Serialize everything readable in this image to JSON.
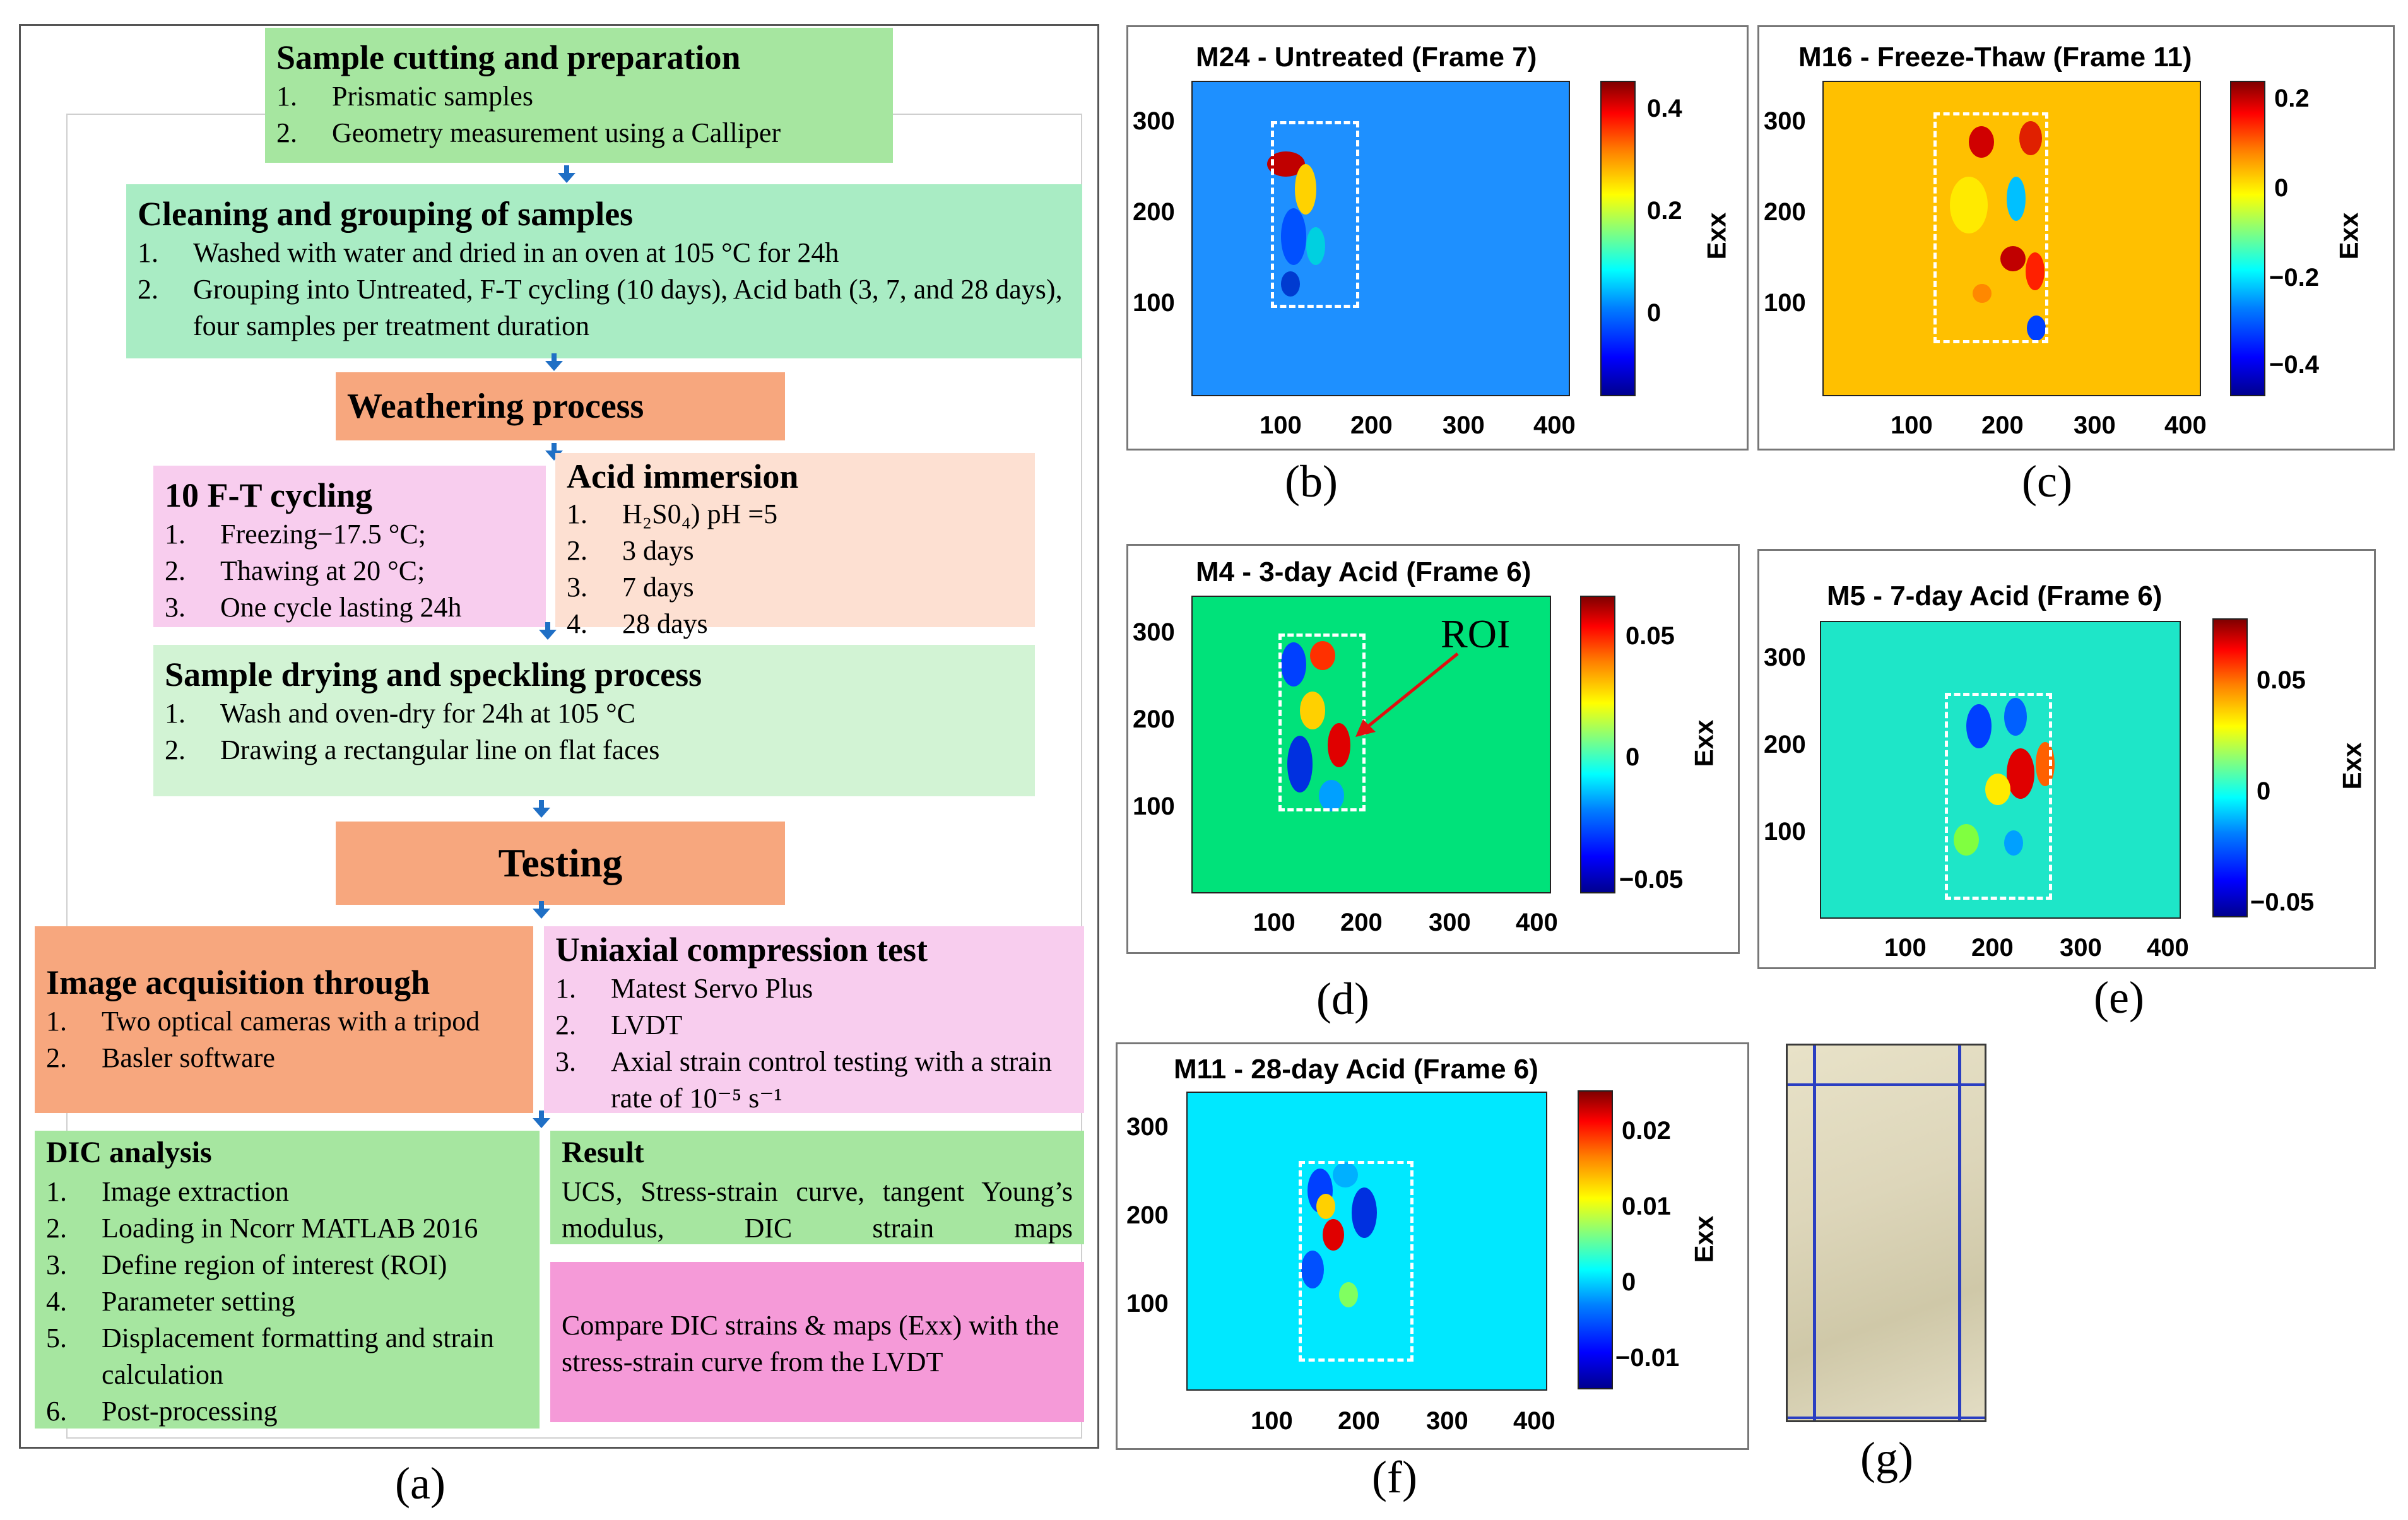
{
  "flow": {
    "sample_cutting": {
      "title": "Sample cutting and preparation",
      "items": [
        {
          "n": "1.",
          "t": "Prismatic samples"
        },
        {
          "n": "2.",
          "t": "Geometry measurement using a Calliper"
        }
      ]
    },
    "cleaning": {
      "title": "Cleaning and grouping of samples",
      "items": [
        {
          "n": "1.",
          "t": "Washed with water and dried in an oven at 105 °C for 24h"
        },
        {
          "n": "2.",
          "t": "Grouping into Untreated, F-T cycling (10 days), Acid bath (3, 7, and 28 days), four samples per treatment duration"
        }
      ]
    },
    "weathering": {
      "title": "Weathering process"
    },
    "ft_cycling": {
      "title": "10 F-T cycling",
      "items": [
        {
          "n": "1.",
          "t": "Freezing−17.5 °C;"
        },
        {
          "n": "2.",
          "t": "Thawing at 20 °C;"
        },
        {
          "n": "3.",
          "t": "One cycle lasting 24h"
        }
      ]
    },
    "acid": {
      "title": "Acid immersion",
      "items": [
        {
          "n": "1.",
          "t": "H₂S0₄) pH =5"
        },
        {
          "n": "2.",
          "t": "3 days"
        },
        {
          "n": "3.",
          "t": "7 days"
        },
        {
          "n": "4.",
          "t": "28 days"
        }
      ]
    },
    "drying": {
      "title": "Sample drying and speckling process",
      "items": [
        {
          "n": "1.",
          "t": "Wash and oven-dry for 24h at 105 °C"
        },
        {
          "n": "2.",
          "t": "Drawing a rectangular line on flat faces"
        }
      ]
    },
    "testing": {
      "title": "Testing"
    },
    "image_acq": {
      "title": "Image acquisition through",
      "items": [
        {
          "n": "1.",
          "t": "Two optical cameras with a tripod"
        },
        {
          "n": "2.",
          "t": "Basler software"
        }
      ]
    },
    "uniaxial": {
      "title": "Uniaxial compression test",
      "items": [
        {
          "n": "1.",
          "t": "Matest Servo Plus"
        },
        {
          "n": "2.",
          "t": "LVDT"
        },
        {
          "n": "3.",
          "t": "Axial strain control testing with a strain rate of 10⁻⁵ s⁻¹"
        }
      ]
    },
    "dic": {
      "title": "DIC analysis",
      "items": [
        {
          "n": "1.",
          "t": "Image extraction"
        },
        {
          "n": "2.",
          "t": "Loading in Ncorr MATLAB 2016"
        },
        {
          "n": "3.",
          "t": "Define region of interest (ROI)"
        },
        {
          "n": "4.",
          "t": "Parameter setting"
        },
        {
          "n": "5.",
          "t": "Displacement formatting and strain calculation"
        },
        {
          "n": "6.",
          "t": "Post-processing"
        }
      ]
    },
    "result": {
      "title": "Result",
      "text": "UCS, Stress-strain curve, tangent Young’s modulus, DIC strain maps"
    },
    "compare": {
      "text": "Compare DIC strains & maps (Exx) with the stress-strain curve from the LVDT"
    }
  },
  "captions": {
    "a": "(a)",
    "b": "(b)",
    "c": "(c)",
    "d": "(d)",
    "e": "(e)",
    "f": "(f)",
    "g": "(g)"
  },
  "panels": {
    "b": {
      "title": "M24 - Untreated (Frame 7)",
      "y_ticks": [
        "300",
        "200",
        "100"
      ],
      "x_ticks": [
        "100",
        "200",
        "300",
        "400"
      ],
      "cbar_ticks": [
        "0.4",
        "0.2",
        "0"
      ],
      "cbar_label": "Exx",
      "bg": "#1e90ff"
    },
    "c": {
      "title": "M16 - Freeze-Thaw (Frame 11)",
      "y_ticks": [
        "300",
        "200",
        "100"
      ],
      "x_ticks": [
        "100",
        "200",
        "300",
        "400"
      ],
      "cbar_ticks": [
        "0.2",
        "0",
        "−0.2",
        "−0.4"
      ],
      "cbar_label": "Exx",
      "bg": "#ffc000"
    },
    "d": {
      "title": "M4 - 3-day Acid (Frame 6)",
      "y_ticks": [
        "300",
        "200",
        "100"
      ],
      "x_ticks": [
        "100",
        "200",
        "300",
        "400"
      ],
      "cbar_ticks": [
        "0.05",
        "0",
        "−0.05"
      ],
      "cbar_label": "Exx",
      "bg": "#00e27a",
      "annotation": "ROI"
    },
    "e": {
      "title": "M5 - 7-day Acid (Frame 6)",
      "y_ticks": [
        "300",
        "200",
        "100"
      ],
      "x_ticks": [
        "100",
        "200",
        "300",
        "400"
      ],
      "cbar_ticks": [
        "0.05",
        "0",
        "−0.05"
      ],
      "cbar_label": "Exx",
      "bg": "#1ee6c8"
    },
    "f": {
      "title": "M11 - 28-day Acid (Frame 6)",
      "y_ticks": [
        "300",
        "200",
        "100"
      ],
      "x_ticks": [
        "100",
        "200",
        "300",
        "400"
      ],
      "cbar_ticks": [
        "0.02",
        "0.01",
        "0",
        "−0.01"
      ],
      "cbar_label": "Exx",
      "bg": "#00e8ff"
    }
  },
  "colors": {
    "green_dark": "#a6e6a0",
    "green_mid": "#a9ecc4",
    "orange": "#f7a77e",
    "pink": "#f8cdee",
    "peach": "#fde0d2",
    "green_light": "#d2f3d4",
    "magenta": "#f59ad8",
    "arrow": "#1f6fc5"
  }
}
